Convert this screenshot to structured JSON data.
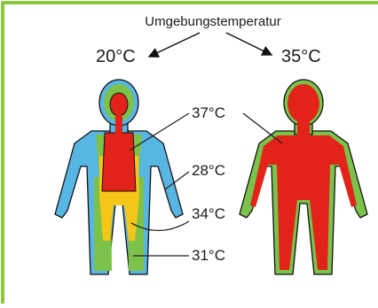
{
  "frame_color": "#8cc63f",
  "colors": {
    "core_red": "#e2231a",
    "warm_yellow": "#f5c518",
    "mid_green": "#7cc24a",
    "cool_blue": "#58b6e4",
    "outline": "#111111",
    "line": "#222222"
  },
  "labels": {
    "ambient": "Umgebungstemperatur",
    "left_temp": "20°C",
    "right_temp": "35°C",
    "t37": "37°C",
    "t28": "28°C",
    "t34": "34°C",
    "t31": "31°C"
  },
  "icons": [
    "arrow-left-icon",
    "arrow-right-icon"
  ]
}
